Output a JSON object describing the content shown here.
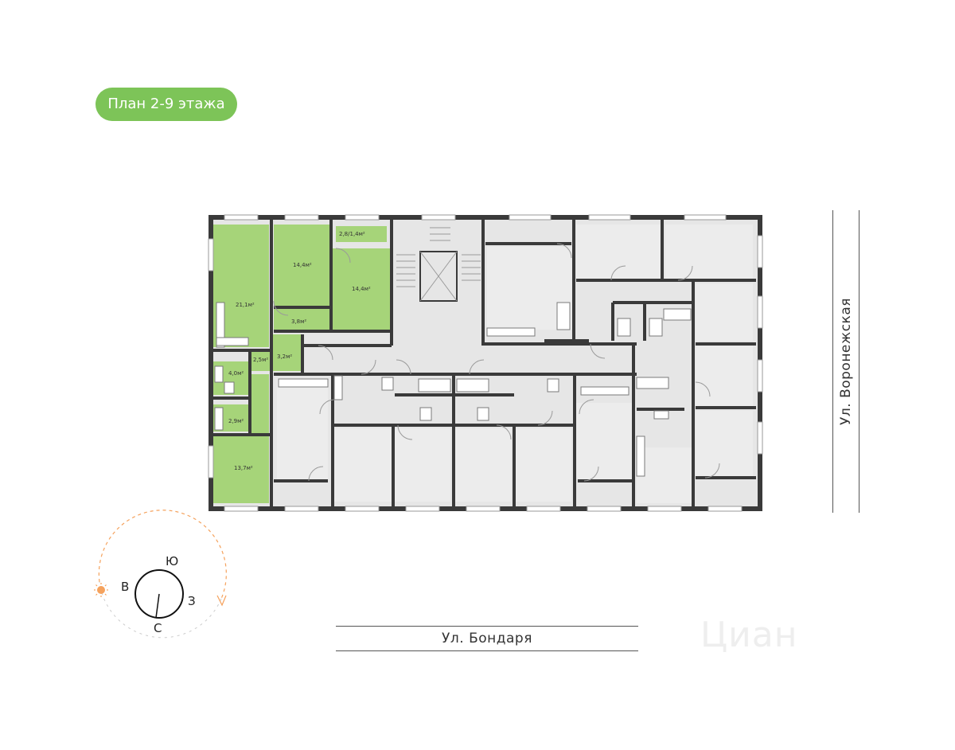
{
  "badge": {
    "label": "План 2-9 этажа",
    "color": "#7dc458"
  },
  "streets": {
    "bottom": "Ул. Бондаря",
    "right": "Ул. Воронежская"
  },
  "colors": {
    "wall": "#3a3a3a",
    "room": "#e6e6e6",
    "selected": "#a6d479",
    "sun": "#f5a25d"
  },
  "rooms": {
    "r1": "21,1м²",
    "r2": "14,4м²",
    "r3": "14,4м²",
    "r4": "2,8/1,4м²",
    "r5": "3,8м²",
    "r6": "3,2м²",
    "r7": "2,5м²",
    "r8": "4,0м²",
    "r9": "2,9м²",
    "r10": "13,7м²"
  },
  "compass": {
    "north": "С",
    "south": "Ю",
    "east": "В",
    "west": "З",
    "sun_icon": "sun-icon"
  },
  "watermark": "Циан"
}
